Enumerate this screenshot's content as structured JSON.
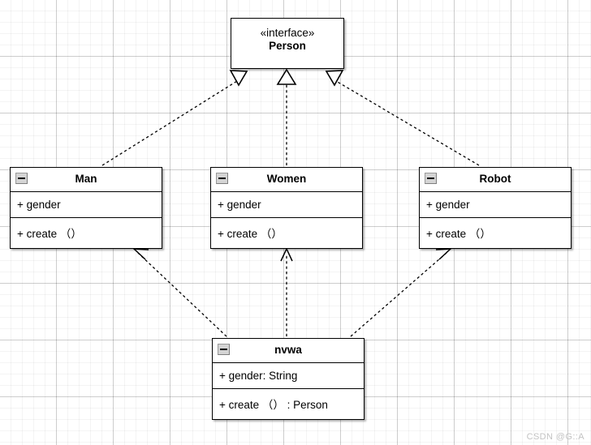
{
  "diagram": {
    "type": "uml-class-diagram",
    "watermark": "CSDN @G::A",
    "classes": [
      {
        "id": "person",
        "name": "Person",
        "stereotype": "«interface»",
        "collapse_icon": "minus-icon",
        "attributes": [],
        "operations": []
      },
      {
        "id": "man",
        "name": "Man",
        "stereotype": "",
        "collapse_icon": "minus-icon",
        "attributes": [
          "+ gender"
        ],
        "operations": [
          "+ create （）"
        ]
      },
      {
        "id": "women",
        "name": "Women",
        "stereotype": "",
        "collapse_icon": "minus-icon",
        "attributes": [
          "+ gender"
        ],
        "operations": [
          "+ create （）"
        ]
      },
      {
        "id": "robot",
        "name": "Robot",
        "stereotype": "",
        "collapse_icon": "minus-icon",
        "attributes": [
          "+ gender"
        ],
        "operations": [
          "+ create （）"
        ]
      },
      {
        "id": "nvwa",
        "name": "nvwa",
        "stereotype": "",
        "collapse_icon": "minus-icon",
        "attributes": [
          "+ gender: String"
        ],
        "operations": [
          "+ create （） : Person"
        ]
      }
    ],
    "relationships": [
      {
        "id": "man-person",
        "from": "Man",
        "to": "Person",
        "kind": "realization",
        "line": "dashed",
        "arrow": "hollow-triangle"
      },
      {
        "id": "women-person",
        "from": "Women",
        "to": "Person",
        "kind": "realization",
        "line": "dashed",
        "arrow": "hollow-triangle"
      },
      {
        "id": "robot-person",
        "from": "Robot",
        "to": "Person",
        "kind": "realization",
        "line": "dashed",
        "arrow": "hollow-triangle"
      },
      {
        "id": "nvwa-man",
        "from": "nvwa",
        "to": "Man",
        "kind": "dependency",
        "line": "dashed",
        "arrow": "open-arrow"
      },
      {
        "id": "nvwa-women",
        "from": "nvwa",
        "to": "Women",
        "kind": "dependency",
        "line": "dashed",
        "arrow": "open-arrow"
      },
      {
        "id": "nvwa-robot",
        "from": "nvwa",
        "to": "Robot",
        "kind": "dependency",
        "line": "dashed",
        "arrow": "open-arrow"
      }
    ],
    "colors": {
      "line": "#000000",
      "box_fill": "#ffffff",
      "grid_minor": "#f2f2f2",
      "grid_major": "#d8d8d8",
      "watermark": "#c3c3c3"
    }
  }
}
